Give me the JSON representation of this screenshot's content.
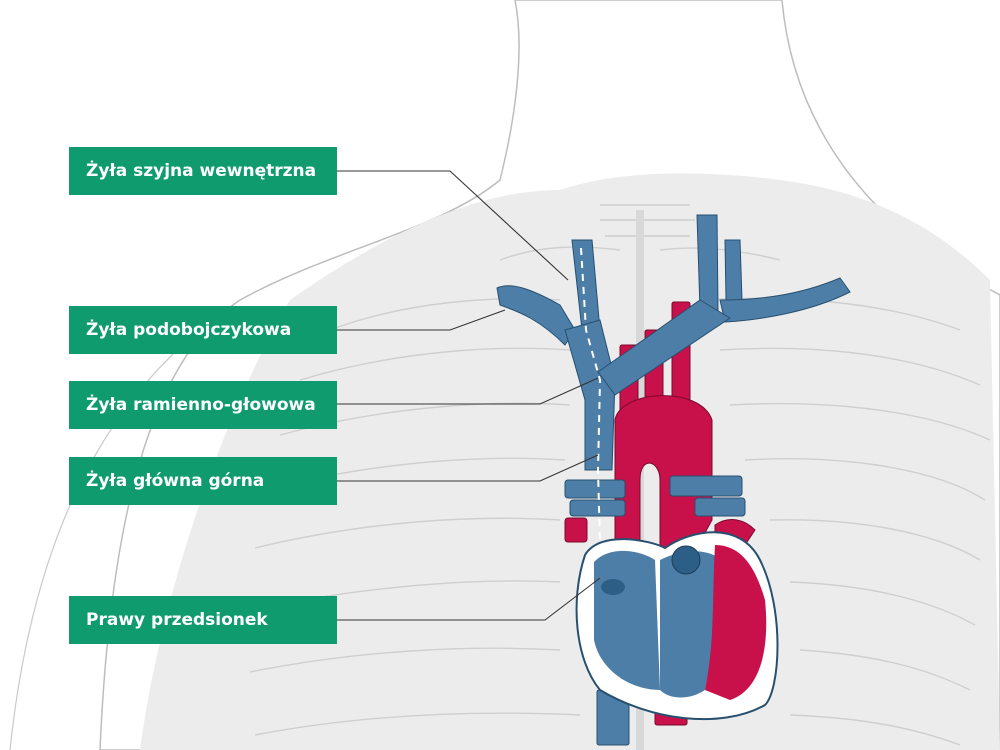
{
  "colors": {
    "label_bg": "#0f9b6e",
    "vein": "#4d7ea8",
    "artery": "#c8104a",
    "body_fill": "#ececec",
    "outline": "#c4c4c4"
  },
  "labels": [
    {
      "id": "internal-jugular",
      "text": "Żyła szyjna wewnętrzna"
    },
    {
      "id": "subclavian",
      "text": "Żyła podobojczykowa"
    },
    {
      "id": "brachiocephalic",
      "text": "Żyła ramienno-głowowa"
    },
    {
      "id": "superior-vena-cava",
      "text": "Żyła główna górna"
    },
    {
      "id": "right-atrium",
      "text": "Prawy przedsionek"
    }
  ]
}
